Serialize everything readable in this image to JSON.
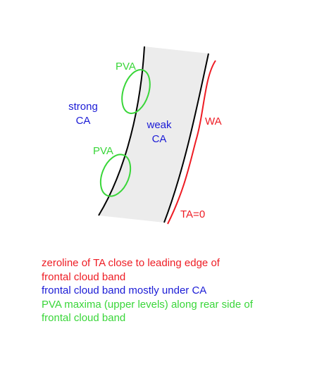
{
  "labels": {
    "pva_upper": "PVA",
    "pva_lower": "PVA",
    "strong_ca_line1": "strong",
    "strong_ca_line2": "CA",
    "weak_ca_line1": "weak",
    "weak_ca_line2": "CA",
    "wa": "WA",
    "ta_zero": "TA=0"
  },
  "caption": {
    "red_line1": "zeroline of TA close to leading edge of",
    "red_line2": "frontal cloud band",
    "blue_line1": "frontal cloud band mostly under CA",
    "green_line1": "PVA maxima (upper levels) along rear side of",
    "green_line2": "frontal cloud band"
  },
  "colors": {
    "red": "#ee1c24",
    "blue": "#1b1bd6",
    "green": "#39d639",
    "band_fill": "#ececec",
    "edge": "#000000"
  }
}
